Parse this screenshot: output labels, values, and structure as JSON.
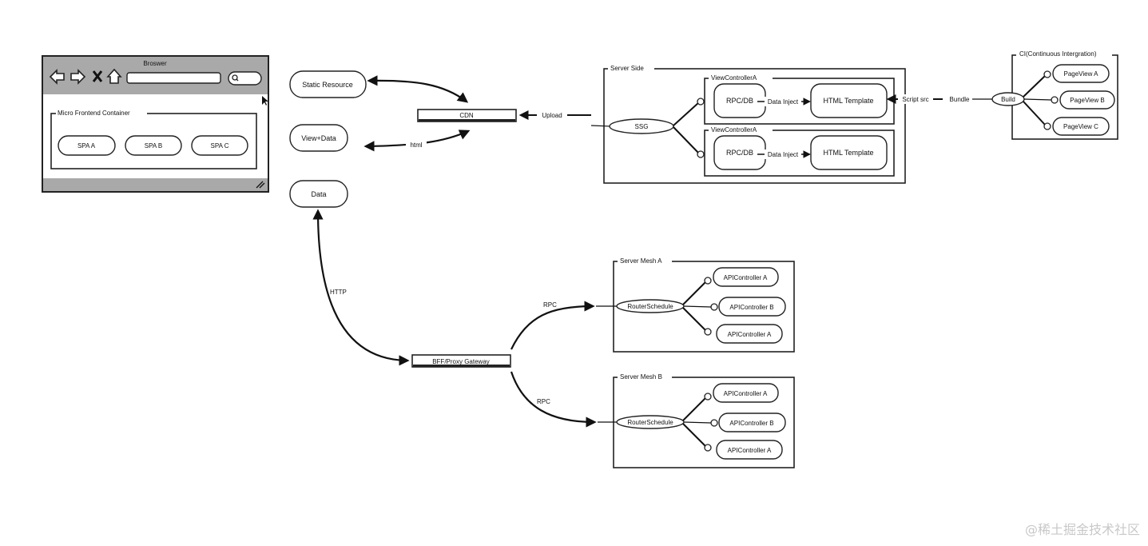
{
  "browser": {
    "title": "Broswer",
    "container_label": "Micro Frontend Container",
    "spas": [
      "SPA A",
      "SPA B",
      "SPA C"
    ],
    "icons": [
      "back-arrow-icon",
      "forward-arrow-icon",
      "close-icon",
      "home-icon",
      "search-icon",
      "resize-grip-icon",
      "cursor-icon"
    ]
  },
  "resources": {
    "static": "Static Resource",
    "view_data": "View+Data",
    "data": "Data"
  },
  "cdn": {
    "label": "CDN",
    "upload": "Upload",
    "html": "html"
  },
  "server_side": {
    "title": "Server Side",
    "ssg": "SSG",
    "controllers": [
      {
        "title": "ViewControllerA",
        "rpc": "RPC/DB",
        "inject": "Data Inject",
        "template": "HTML Template"
      },
      {
        "title": "ViewControllerA",
        "rpc": "RPC/DB",
        "inject": "Data Inject",
        "template": "HTML Template"
      }
    ],
    "script_src": "Script src",
    "bundle": "Bundle"
  },
  "ci": {
    "title": "CI(Continuous Intergration)",
    "build": "Build",
    "pages": [
      "PageView A",
      "PageView B",
      "PageView C"
    ]
  },
  "gateway": {
    "label": "BFF/Proxy Gateway",
    "http": "HTTP",
    "rpc_a": "RPC",
    "rpc_b": "RPC"
  },
  "meshes": [
    {
      "title": "Server Mesh A",
      "router": "RouterSchedule",
      "controllers": [
        "APIController A",
        "APIController B",
        "APIController A"
      ]
    },
    {
      "title": "Server Mesh B",
      "router": "RouterSchedule",
      "controllers": [
        "APIController A",
        "APIController B",
        "APIController A"
      ]
    }
  ],
  "watermark": "@稀土掘金技术社区"
}
